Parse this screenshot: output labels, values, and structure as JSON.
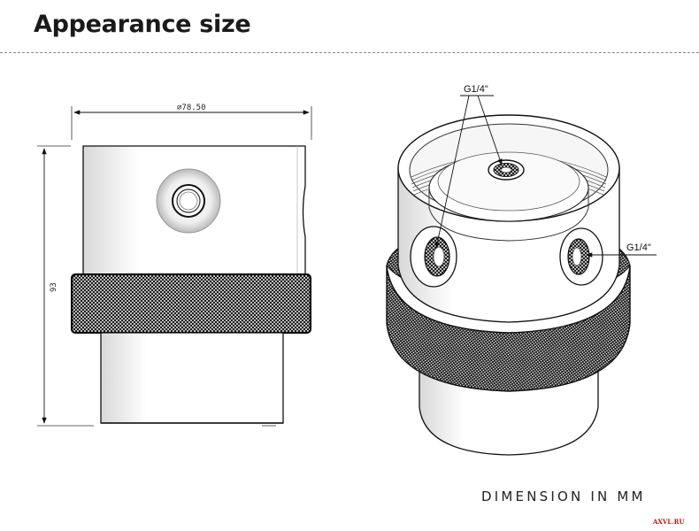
{
  "page": {
    "title": "Appearance size",
    "footer": "DIMENSION IN MM",
    "watermark": "AXVL.RU"
  },
  "front_view": {
    "diameter_label": "⌀78.50",
    "height_label": "93"
  },
  "iso_view": {
    "top_port_label": "G1/4\"",
    "side_port_label": "G1/4\""
  }
}
